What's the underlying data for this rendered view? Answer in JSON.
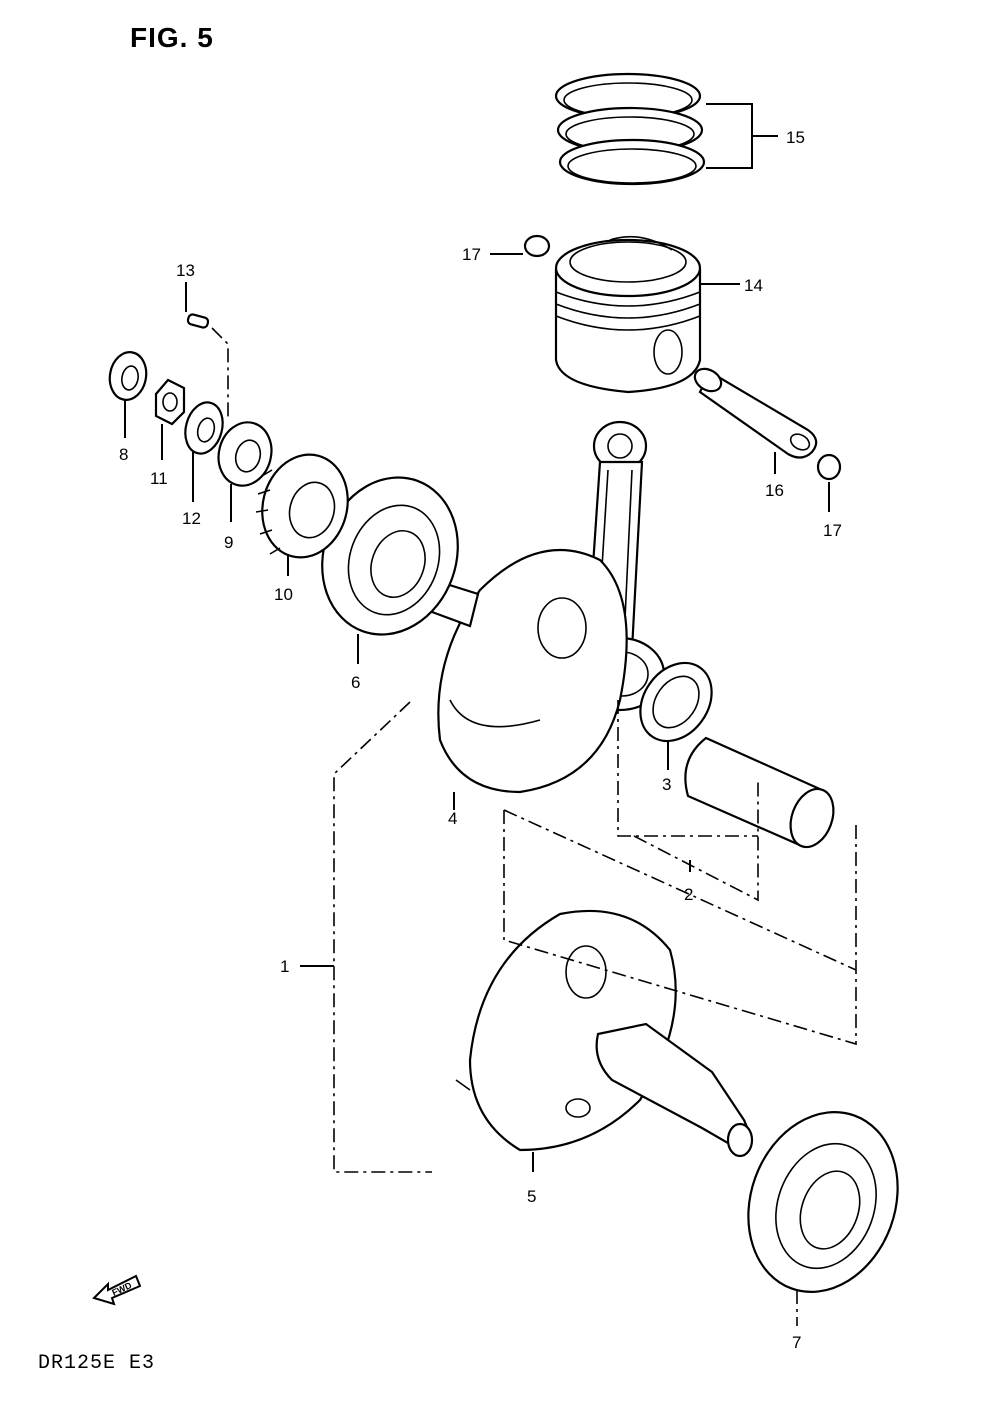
{
  "figure": {
    "title": "FIG. 5",
    "model_code": "DR125E  E3",
    "fwd_label": "FWD"
  },
  "callouts": {
    "c1": "1",
    "c2": "2",
    "c3": "3",
    "c4": "4",
    "c5": "5",
    "c6": "6",
    "c7": "7",
    "c8": "8",
    "c9": "9",
    "c10": "10",
    "c11": "11",
    "c12": "12",
    "c13": "13",
    "c14": "14",
    "c15": "15",
    "c16": "16",
    "c17a": "17",
    "c17b": "17"
  }
}
